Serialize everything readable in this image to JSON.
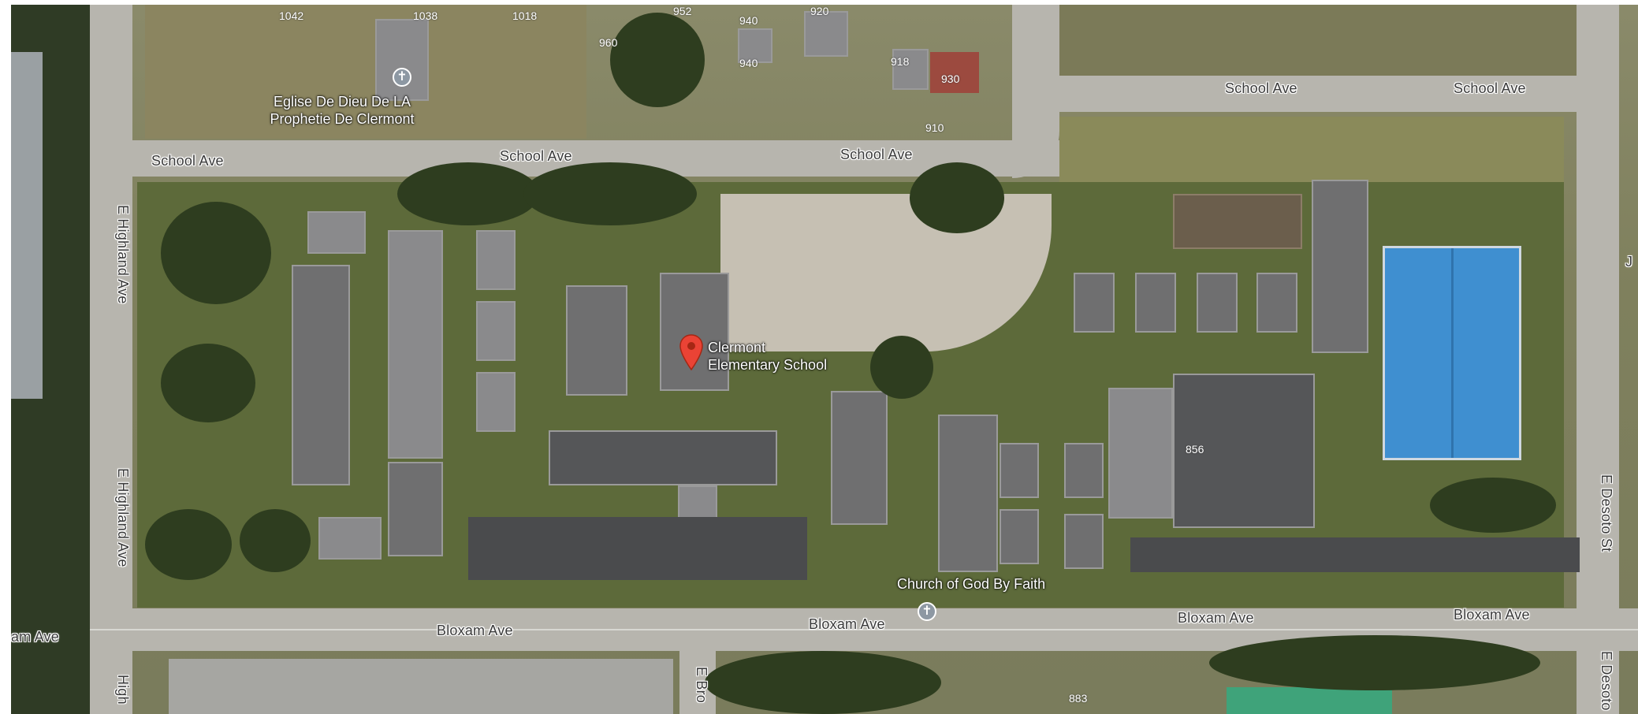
{
  "map": {
    "streets": {
      "school_ave_1": "School Ave",
      "school_ave_2": "School Ave",
      "school_ave_3": "School Ave",
      "school_ave_4": "School Ave",
      "school_ave_5": "School Ave",
      "bloxam_ave_1": "am Ave",
      "bloxam_ave_2": "Bloxam Ave",
      "bloxam_ave_3": "Bloxam Ave",
      "bloxam_ave_4": "Bloxam Ave",
      "bloxam_ave_5": "Bloxam Ave",
      "highland_1": "E Highland Ave",
      "highland_2": "E Highland Ave",
      "highland_3": "High",
      "desoto_1": "E Desoto St",
      "desoto_2": "E Desoto",
      "broome": "E Bro"
    },
    "places": {
      "school": "Clermont Elementary School",
      "school_line1": "Clermont",
      "school_line2": "Elementary School",
      "church_1_line1": "Eglise De Dieu De LA",
      "church_1_line2": "Prophetie De Clermont",
      "church_2": "Church of God By Faith"
    },
    "house_numbers": {
      "n1042": "1042",
      "n1038": "1038",
      "n1018": "1018",
      "n952": "952",
      "n960": "960",
      "n940a": "940",
      "n940b": "940",
      "n920": "920",
      "n918": "918",
      "n930": "930",
      "n910": "910",
      "n856": "856",
      "n883": "883"
    },
    "edge_label": "J",
    "colors": {
      "pin": "#ea4335",
      "gym_roof": "#3f8fd0",
      "court": "#3fa37a"
    },
    "icons": {
      "church": "cross-icon",
      "school": "map-pin-icon"
    }
  }
}
